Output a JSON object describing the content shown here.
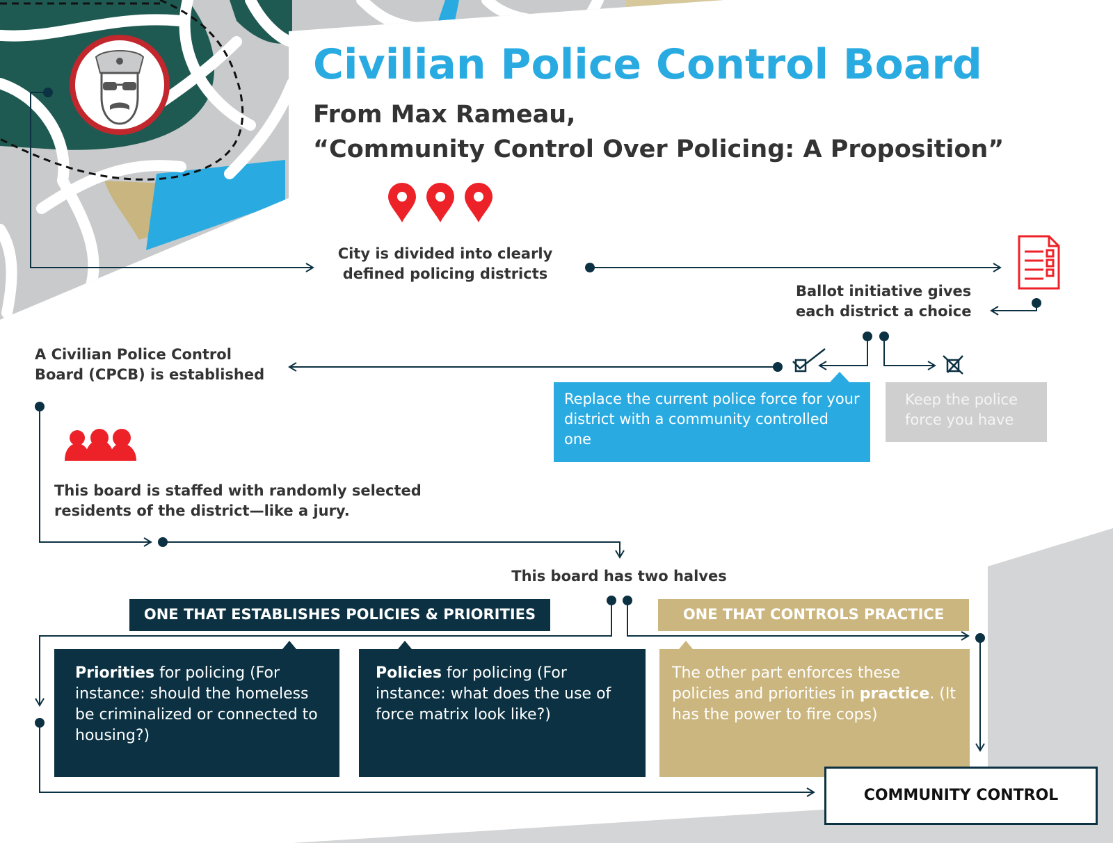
{
  "title": "Civilian Police Control Board",
  "subtitle": {
    "line1": "From Max Rameau,",
    "line2": "“Community Control Over Policing: A Proposition”"
  },
  "steps": {
    "districts": "City is divided into clearly defined policing districts",
    "ballot": "Ballot initiative gives each district a choice",
    "replace_option": "Replace the current police force for your district with a community controlled one",
    "keep_option": "Keep the police force  you have",
    "cpcb": "A Civilian Police Control Board (CPCB) is established",
    "staffed": "This board is staffed with randomly selected residents of the district—like a jury.",
    "two_halves": "This board has two halves"
  },
  "halves": {
    "policies_header": "ONE THAT ESTABLISHES POLICIES & PRIORITIES",
    "practice_header": "ONE THAT CONTROLS PRACTICE",
    "priorities_bold": "Priorities",
    "priorities_text": " for policing (For instance: should the homeless be criminalized or connected to housing?)",
    "policies_bold": "Policies",
    "policies_text": " for policing (For instance: what does the use of force matrix  look like?)",
    "practice_text1": "The other part enforces these policies and priorities in ",
    "practice_bold": "practice",
    "practice_text2": ". (It has the power to fire cops)"
  },
  "result": "COMMUNITY CONTROL",
  "colors": {
    "blue": "#29abe2",
    "navy": "#0b3142",
    "tan": "#ccb67f",
    "grey": "#cfcfcf",
    "red": "#ed2228",
    "map_green": "#1f5a52",
    "map_grey": "#c9cacc"
  },
  "icons": [
    "police-officer-icon",
    "map-pin-icon",
    "ballot-document-icon",
    "checkmark-icon",
    "crossed-box-icon",
    "people-group-icon"
  ]
}
